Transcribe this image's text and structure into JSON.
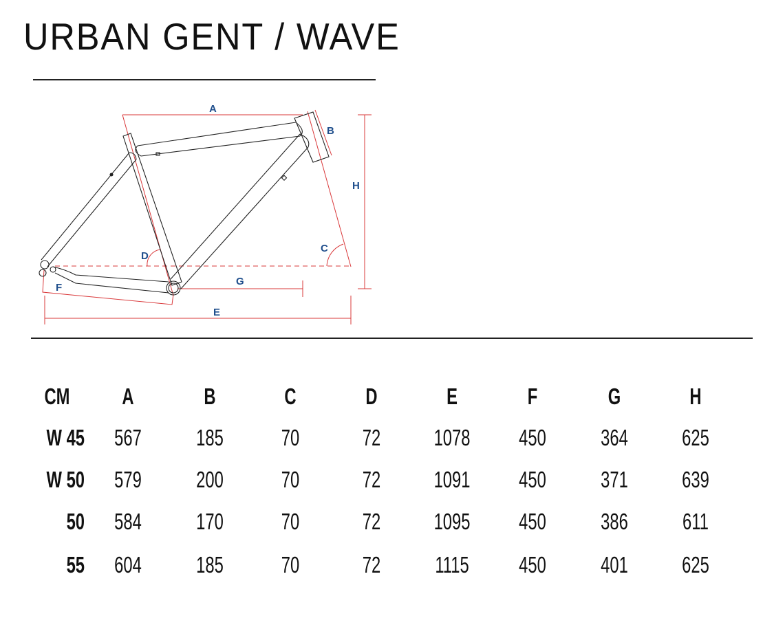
{
  "title": "URBAN GENT / WAVE",
  "diagram": {
    "labels": {
      "A": "A",
      "B": "B",
      "C": "C",
      "D": "D",
      "E": "E",
      "F": "F",
      "G": "G",
      "H": "H"
    },
    "line_color": "#222222",
    "measure_color": "#d9383a",
    "label_color": "#1f4e8c"
  },
  "table": {
    "headers": [
      "CM",
      "A",
      "B",
      "C",
      "D",
      "E",
      "F",
      "G",
      "H"
    ],
    "rows": [
      {
        "size": "W 45",
        "values": [
          "567",
          "185",
          "70",
          "72",
          "1078",
          "450",
          "364",
          "625"
        ]
      },
      {
        "size": "W 50",
        "values": [
          "579",
          "200",
          "70",
          "72",
          "1091",
          "450",
          "371",
          "639"
        ]
      },
      {
        "size": "50",
        "values": [
          "584",
          "170",
          "70",
          "72",
          "1095",
          "450",
          "386",
          "611"
        ]
      },
      {
        "size": "55",
        "values": [
          "604",
          "185",
          "70",
          "72",
          "1115",
          "450",
          "401",
          "625"
        ]
      }
    ]
  }
}
